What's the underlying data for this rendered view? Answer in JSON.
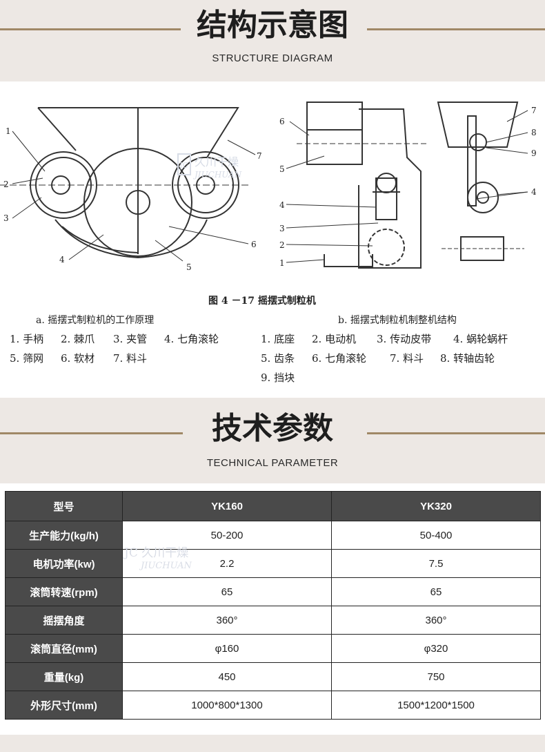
{
  "section1": {
    "title": "结构示意图",
    "subtitle": "STRUCTURE DIAGRAM"
  },
  "diagram": {
    "figure_caption": "图 4 －17   摇摆式制粒机",
    "a": {
      "title": "a. 摇摆式制粒机的工作原理",
      "callouts": [
        "1",
        "2",
        "3",
        "4",
        "5",
        "6",
        "7"
      ],
      "legend": [
        "1. 手柄",
        "2. 棘爪",
        "3. 夹管",
        "4. 七角滚轮",
        "5. 筛网",
        "6. 软材",
        "7. 料斗"
      ]
    },
    "b": {
      "title": "b. 摇摆式制粒机制整机结构",
      "callouts_left": [
        "6",
        "5",
        "4",
        "3",
        "2",
        "1"
      ],
      "callouts_right": [
        "7",
        "8",
        "9",
        "4"
      ],
      "legend": [
        "1. 底座",
        "2. 电动机",
        "3. 传动皮带",
        "4. 蜗轮蜗杆",
        "5. 齿条",
        "6. 七角滚轮",
        "7. 料斗",
        "8. 转轴齿轮",
        "9. 挡块"
      ]
    },
    "watermark": {
      "cn": "久川干燥",
      "en": "JIUCHUAN",
      "logo": "JC"
    }
  },
  "section2": {
    "title": "技术参数",
    "subtitle": "TECHNICAL PARAMETER"
  },
  "table": {
    "headers": [
      "型号",
      "YK160",
      "YK320"
    ],
    "rows": [
      [
        "生产能力(kg/h)",
        "50-200",
        "50-400"
      ],
      [
        "电机功率(kw)",
        "2.2",
        "7.5"
      ],
      [
        "滚筒转速(rpm)",
        "65",
        "65"
      ],
      [
        "摇摆角度",
        "360°",
        "360°"
      ],
      [
        "滚筒直径(mm)",
        "φ160",
        "φ320"
      ],
      [
        "重量(kg)",
        "450",
        "750"
      ],
      [
        "外形尺寸(mm)",
        "1000*800*1300",
        "1500*1200*1500"
      ]
    ]
  },
  "colors": {
    "band": "#ede8e4",
    "accent_line": "#a08866",
    "table_header": "#4a4a4a"
  }
}
